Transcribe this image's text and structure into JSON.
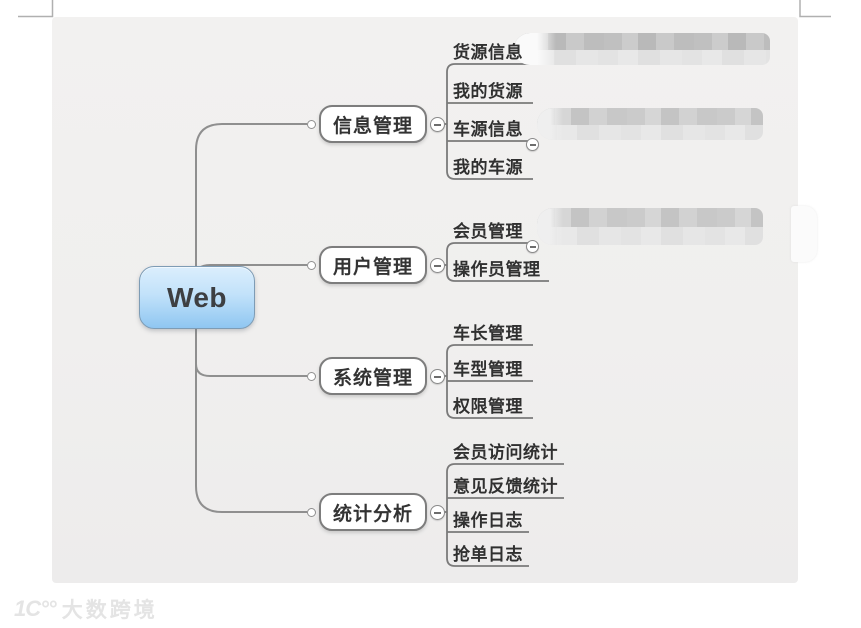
{
  "root": {
    "label": "Web"
  },
  "branches": [
    {
      "label": "信息管理",
      "children": [
        {
          "label": "货源信息",
          "redacted": true
        },
        {
          "label": "我的货源",
          "redacted": false
        },
        {
          "label": "车源信息",
          "redacted": true,
          "collapsed": true
        },
        {
          "label": "我的车源",
          "redacted": false
        }
      ]
    },
    {
      "label": "用户管理",
      "children": [
        {
          "label": "会员管理",
          "redacted": true,
          "collapsed": true
        },
        {
          "label": "操作员管理",
          "redacted": false
        }
      ]
    },
    {
      "label": "系统管理",
      "children": [
        {
          "label": "车长管理",
          "redacted": false
        },
        {
          "label": "车型管理",
          "redacted": false
        },
        {
          "label": "权限管理",
          "redacted": false
        }
      ]
    },
    {
      "label": "统计分析",
      "children": [
        {
          "label": "会员访问统计",
          "redacted": false
        },
        {
          "label": "意见反馈统计",
          "redacted": false
        },
        {
          "label": "操作日志",
          "redacted": false
        },
        {
          "label": "抢单日志",
          "redacted": false
        }
      ]
    }
  ],
  "watermark": {
    "logo": "1C°°",
    "text": "大数跨境"
  },
  "colors": {
    "canvas_bg": "#f0efee",
    "line": "#8f8f8f",
    "node_border": "#7d7d7d",
    "root_fill_top": "#dbeefd",
    "root_fill_bottom": "#8fc6f1",
    "text": "#333333"
  }
}
